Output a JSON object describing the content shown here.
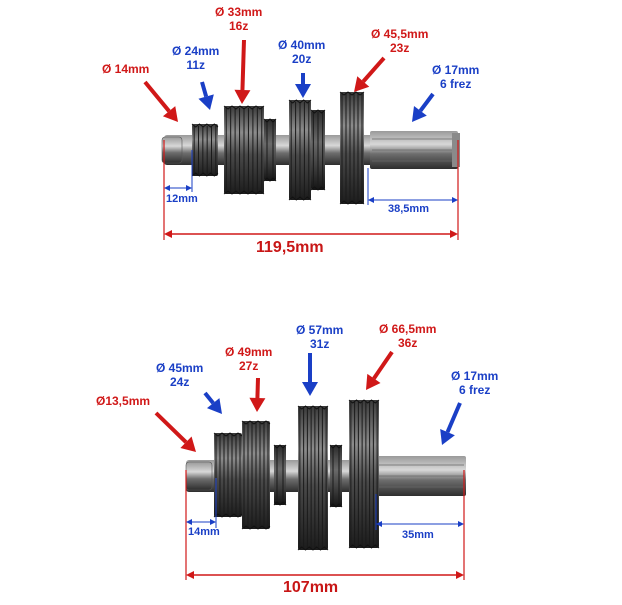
{
  "colors": {
    "red": "#d01818",
    "blue": "#1a3fc6",
    "steel": "#4a4a4a",
    "dark": "#222222"
  },
  "top_shaft": {
    "labels": [
      {
        "id": "t1",
        "color": "red",
        "line1": "Ø 14mm"
      },
      {
        "id": "t2",
        "color": "blue",
        "line1": "Ø 24mm",
        "line2": "11z"
      },
      {
        "id": "t3",
        "color": "red",
        "line1": "Ø 33mm",
        "line2": "16z"
      },
      {
        "id": "t4",
        "color": "blue",
        "line1": "Ø 40mm",
        "line2": "20z"
      },
      {
        "id": "t5",
        "color": "red",
        "line1": "Ø 45,5mm",
        "line2": "23z"
      },
      {
        "id": "t6",
        "color": "blue",
        "line1": "Ø 17mm",
        "line2": "6 frez"
      }
    ],
    "dims": {
      "left_small": "12mm",
      "right_small": "38,5mm",
      "total": "119,5mm"
    }
  },
  "bottom_shaft": {
    "labels": [
      {
        "id": "b1",
        "color": "red",
        "line1": "Ø13,5mm"
      },
      {
        "id": "b2",
        "color": "blue",
        "line1": "Ø 45mm",
        "line2": "24z"
      },
      {
        "id": "b3",
        "color": "red",
        "line1": "Ø 49mm",
        "line2": "27z"
      },
      {
        "id": "b4",
        "color": "blue",
        "line1": "Ø 57mm",
        "line2": "31z"
      },
      {
        "id": "b5",
        "color": "red",
        "line1": "Ø 66,5mm",
        "line2": "36z"
      },
      {
        "id": "b6",
        "color": "blue",
        "line1": "Ø 17mm",
        "line2": "6 frez"
      }
    ],
    "dims": {
      "left_small": "14mm",
      "right_small": "35mm",
      "total": "107mm"
    }
  }
}
